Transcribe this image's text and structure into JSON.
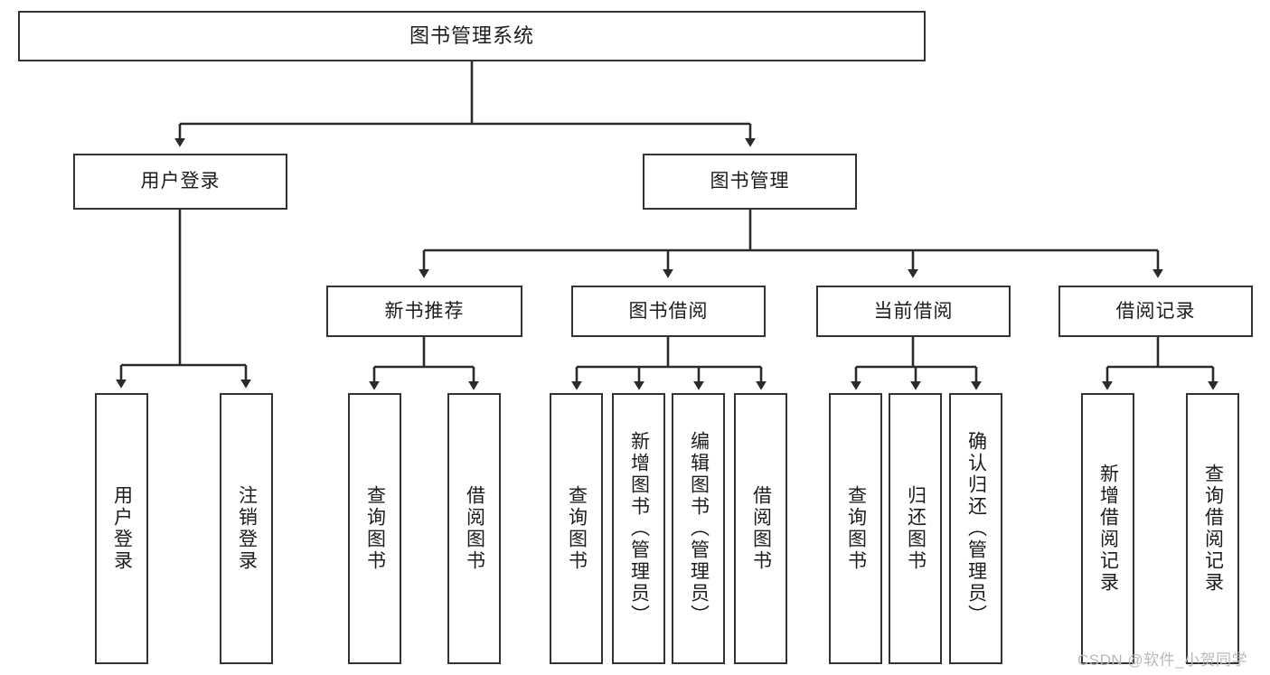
{
  "diagram": {
    "title": "图书管理系统",
    "type": "hierarchy-tree",
    "root": {
      "label": "图书管理系统"
    },
    "level2": [
      {
        "label": "用户登录"
      },
      {
        "label": "图书管理"
      }
    ],
    "level3": [
      {
        "label": "新书推荐"
      },
      {
        "label": "图书借阅"
      },
      {
        "label": "当前借阅"
      },
      {
        "label": "借阅记录"
      }
    ],
    "leaves": {
      "user_login": [
        {
          "label": "用户登录"
        },
        {
          "label": "注销登录"
        }
      ],
      "new_book_recommend": [
        {
          "label": "查询图书"
        },
        {
          "label": "借阅图书"
        }
      ],
      "book_borrow": [
        {
          "label": "查询图书"
        },
        {
          "label": "新增图书（管理员）"
        },
        {
          "label": "编辑图书（管理员）"
        },
        {
          "label": "借阅图书"
        }
      ],
      "current_borrow": [
        {
          "label": "查询图书"
        },
        {
          "label": "归还图书"
        },
        {
          "label": "确认归还（管理员）"
        }
      ],
      "borrow_record": [
        {
          "label": "新增借阅记录"
        },
        {
          "label": "查询借阅记录"
        }
      ]
    }
  },
  "watermark": {
    "text": "CSDN @软件_小贺同学"
  },
  "colors": {
    "box_border": "#333333",
    "box_fill": "#ffffff",
    "text": "#1c1c1c",
    "edge": "#2b2b2b",
    "watermark": "#b9b9b9"
  }
}
